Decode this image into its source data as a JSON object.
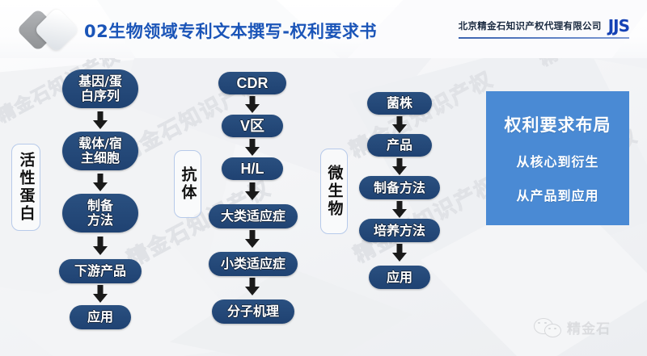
{
  "header": {
    "title": "02生物领域专利文本撰写-权利要求书",
    "logo_icon": "double-diamond-logo",
    "brand_name": "北京精金石知识产权代理有限公司",
    "brand_logo_text": "JJS"
  },
  "background": {
    "watermark_text": "精金石知识产权",
    "page_bg": "#f7f8f9",
    "title_color": "#1b55b8",
    "pill_color": "#1f4272",
    "callout_color": "#4a8ad4",
    "label_border_color": "#b7caea"
  },
  "columns": [
    {
      "id": "active-protein",
      "label": "活性蛋白",
      "nodes": [
        {
          "text": "基因/蛋\n白序列"
        },
        {
          "text": "载体/宿\n主细胞"
        },
        {
          "text": "制备\n方法"
        },
        {
          "text": "下游产品"
        },
        {
          "text": "应用"
        }
      ]
    },
    {
      "id": "antibody",
      "label": "抗体",
      "nodes": [
        {
          "text": "CDR"
        },
        {
          "text": "V区"
        },
        {
          "text": "H/L"
        },
        {
          "text": "大类适应症"
        },
        {
          "text": "小类适应症"
        },
        {
          "text": "分子机理"
        }
      ]
    },
    {
      "id": "microorganism",
      "label": "微生物",
      "nodes": [
        {
          "text": "菌株"
        },
        {
          "text": "产品"
        },
        {
          "text": "制备方法"
        },
        {
          "text": "培养方法"
        },
        {
          "text": "应用"
        }
      ]
    }
  ],
  "callout": {
    "title": "权利要求布局",
    "line1": "从核心到衍生",
    "line2": "从产品到应用"
  },
  "footer": {
    "wechat_icon": "wechat-icon",
    "wechat_label": "精金石"
  }
}
